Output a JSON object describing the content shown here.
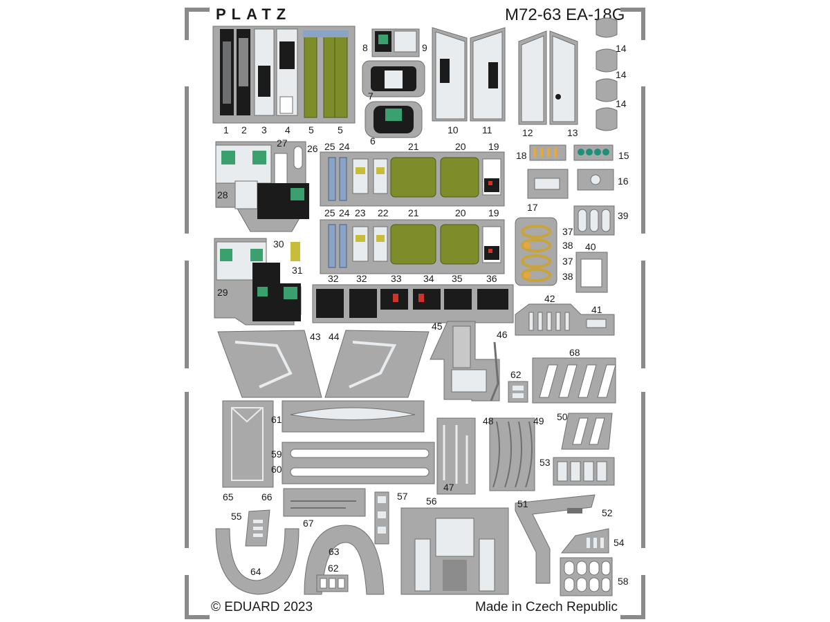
{
  "brand": "PLATZ",
  "sheet_code": "M72-63 EA-18G",
  "copyright": "© EDUARD 2023",
  "made_in": "Made in Czech Republic",
  "colors": {
    "fret": "#a9a9a9",
    "fret_edge": "#6f6f6f",
    "panel_light": "#e9ecee",
    "panel_dark": "#1b1b1b",
    "olive": "#7f8c2a",
    "olive_dark": "#4e5a16",
    "display_green": "#3aa06e",
    "belt_blue": "#8aa3c6",
    "orange": "#e6a640",
    "red": "#d0332c",
    "teal": "#1f8f7a"
  },
  "part_numbers": {
    "p1": "1",
    "p2": "2",
    "p3": "3",
    "p4": "4",
    "p5a": "5",
    "p5b": "5",
    "p6": "6",
    "p7": "7",
    "p8": "8",
    "p9": "9",
    "p10": "10",
    "p11": "11",
    "p12": "12",
    "p13": "13",
    "p14a": "14",
    "p14b": "14",
    "p14c": "14",
    "p15": "15",
    "p16": "16",
    "p17": "17",
    "p18": "18",
    "p19a": "19",
    "p19b": "19",
    "p20a": "20",
    "p20b": "20",
    "p21a": "21",
    "p21b": "21",
    "p22": "22",
    "p23": "23",
    "p24a": "24",
    "p24b": "24",
    "p25a": "25",
    "p25b": "25",
    "p26": "26",
    "p27": "27",
    "p28": "28",
    "p29": "29",
    "p30": "30",
    "p31": "31",
    "p32a": "32",
    "p32b": "32",
    "p33": "33",
    "p34": "34",
    "p35": "35",
    "p36": "36",
    "p37a": "37",
    "p37b": "37",
    "p38a": "38",
    "p38b": "38",
    "p39": "39",
    "p40": "40",
    "p41": "41",
    "p42": "42",
    "p43": "43",
    "p44": "44",
    "p45": "45",
    "p46": "46",
    "p47": "47",
    "p48": "48",
    "p49": "49",
    "p50": "50",
    "p51": "51",
    "p52": "52",
    "p53": "53",
    "p54": "54",
    "p55": "55",
    "p56": "56",
    "p57": "57",
    "p58": "58",
    "p59": "59",
    "p60": "60",
    "p61": "61",
    "p62a": "62",
    "p62b": "62",
    "p63": "63",
    "p64": "64",
    "p65": "65",
    "p66": "66",
    "p67": "67",
    "p68": "68"
  }
}
